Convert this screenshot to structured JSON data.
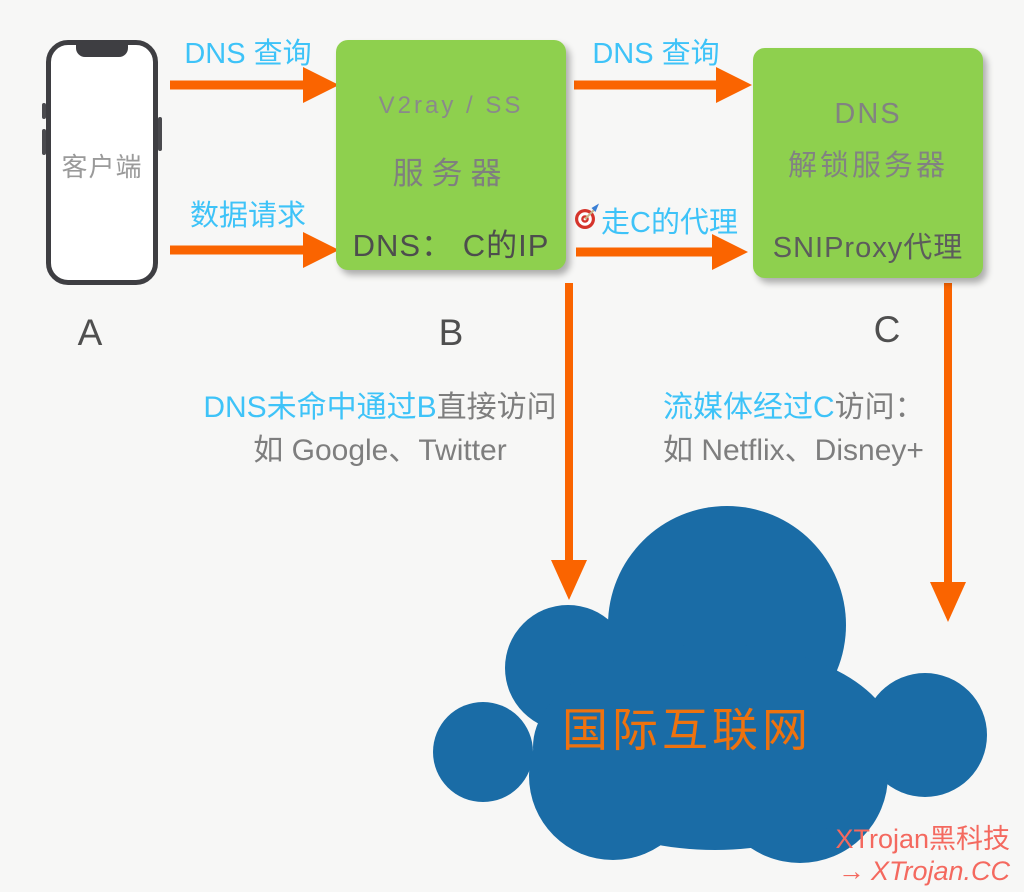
{
  "colors": {
    "background": "#f7f7f6",
    "server_box_green": "#8ed04e",
    "arrow_orange": "#fa6400",
    "label_cyan": "#3ec3f8",
    "cloud_blue": "#1a6ca6",
    "cloud_text_orange": "#ee720e",
    "watermark_red": "#f4695f",
    "text_gray": "#7e7e7e"
  },
  "nodes": {
    "client": {
      "screen_label": "客户端",
      "tag": "A"
    },
    "server_b": {
      "subtitle": "V2ray / SS",
      "title": "服务器",
      "note": "DNS： C的IP",
      "tag": "B"
    },
    "server_c": {
      "title_line1": "DNS",
      "title_line2": "解锁服务器",
      "note": "SNIProxy代理",
      "tag": "C"
    },
    "cloud": {
      "label": "国际互联网"
    }
  },
  "arrows": {
    "client_to_b_top_label": "DNS 查询",
    "client_to_b_bottom_label": "数据请求",
    "b_to_c_top_label": "DNS 查询",
    "b_to_c_bottom_label": "走C的代理",
    "b_to_c_bottom_icon": "dart-target"
  },
  "captions": {
    "left": {
      "highlight": "DNS未命中通过B",
      "rest": "直接访问",
      "line2": "如 Google、Twitter"
    },
    "right": {
      "highlight": "流媒体经过C",
      "rest": "访问：",
      "line2": "如 Netflix、Disney+"
    }
  },
  "watermark": {
    "line1": "XTrojan黑科技",
    "arrow": "→",
    "line2": "XTrojan.CC"
  }
}
